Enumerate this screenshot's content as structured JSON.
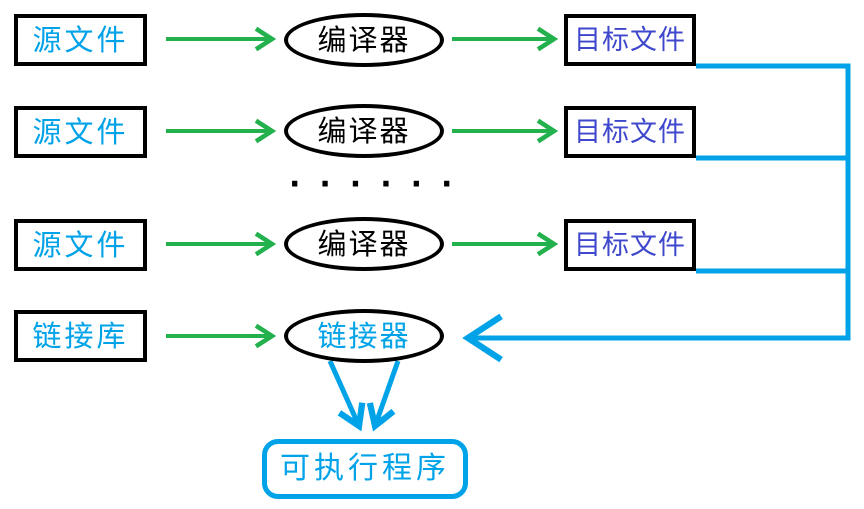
{
  "diagram": {
    "type": "flowchart",
    "rows": [
      {
        "source": "源文件",
        "process": "编译器",
        "output": "目标文件"
      },
      {
        "source": "源文件",
        "process": "编译器",
        "output": "目标文件"
      },
      {
        "source": "源文件",
        "process": "编译器",
        "output": "目标文件"
      }
    ],
    "dots": "······",
    "link_row": {
      "library": "链接库",
      "linker": "链接器"
    },
    "executable": "可执行程序",
    "colors": {
      "box_border": "#000000",
      "source_text": "#00a2e8",
      "compiler_text": "#000000",
      "object_text": "#3f48cc",
      "green_arrow": "#22b14c",
      "blue_connector": "#00a2e8",
      "executable_border": "#00a2e8",
      "executable_text": "#00a2e8",
      "background": "#ffffff"
    }
  }
}
